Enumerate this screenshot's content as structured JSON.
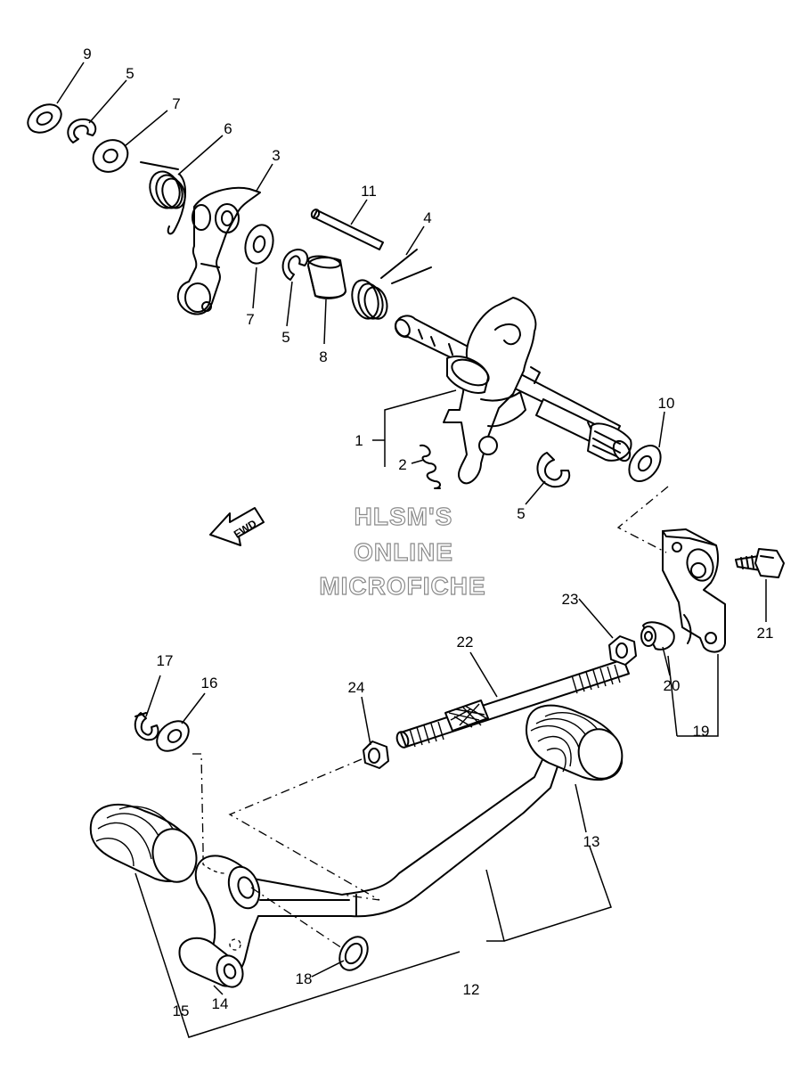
{
  "diagram": {
    "watermark": {
      "line1": "HLSM'S",
      "line2": "ONLINE",
      "line3": "MICROFICHE"
    },
    "direction_label": "FWD",
    "callouts": {
      "c1": "1",
      "c2": "2",
      "c3": "3",
      "c4": "4",
      "c5a": "5",
      "c5b": "5",
      "c5c": "5",
      "c6": "6",
      "c7a": "7",
      "c7b": "7",
      "c8": "8",
      "c9": "9",
      "c10": "10",
      "c11": "11",
      "c12": "12",
      "c13": "13",
      "c14": "14",
      "c15": "15",
      "c16": "16",
      "c17": "17",
      "c18": "18",
      "c19": "19",
      "c20": "20",
      "c21": "21",
      "c22": "22",
      "c23": "23",
      "c24": "24"
    }
  }
}
